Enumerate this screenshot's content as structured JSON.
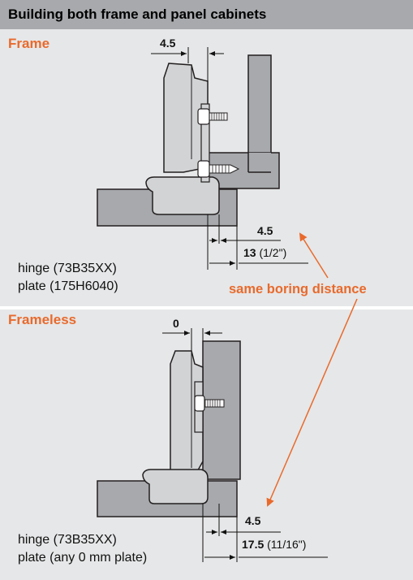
{
  "header": {
    "title": "Building both frame and panel cabinets"
  },
  "frame": {
    "title": "Frame",
    "top_dim": "4.5",
    "overlay_dim": "4.5",
    "boring_dim": "13",
    "boring_dim_inch": "(1/2\")",
    "caption_line1": "hinge (73B35XX)",
    "caption_line2": "plate (175H6040)"
  },
  "callout": {
    "text": "same boring distance"
  },
  "frameless": {
    "title": "Frameless",
    "top_dim": "0",
    "overlay_dim": "4.5",
    "boring_dim": "17.5",
    "boring_dim_inch": "(11/16\")",
    "caption_line1": "hinge (73B35XX)",
    "caption_line2": "plate (any 0 mm plate)"
  },
  "colors": {
    "accent": "#e86a2c",
    "header_bg": "#a7a9ac",
    "panel_bg": "#e6e7e8",
    "wood": "#a7a9ac",
    "hinge": "#d1d3d4"
  }
}
